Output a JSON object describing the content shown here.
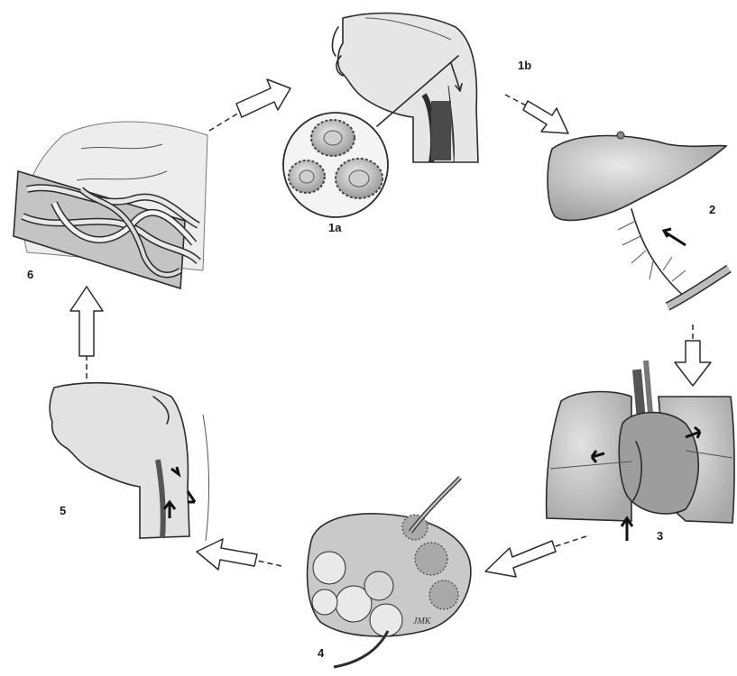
{
  "stages": [
    {
      "id": "1a",
      "label": "1a",
      "content": "ascaris-eggs-magnified"
    },
    {
      "id": "1b",
      "label": "1b",
      "content": "head-throat-swallowing"
    },
    {
      "id": "2",
      "label": "2",
      "content": "liver-portal-vein"
    },
    {
      "id": "3",
      "label": "3",
      "content": "heart-and-lungs"
    },
    {
      "id": "4",
      "label": "4",
      "content": "lung-alveoli"
    },
    {
      "id": "5",
      "label": "5",
      "content": "head-throat-coughing"
    },
    {
      "id": "6",
      "label": "6",
      "content": "adult-worms-in-intestine"
    }
  ],
  "signature": "JMK",
  "palette": {
    "ink": "#2b2b2b",
    "shade": "#bdbdbd",
    "light": "#dcdcdc",
    "background": "#ffffff"
  }
}
